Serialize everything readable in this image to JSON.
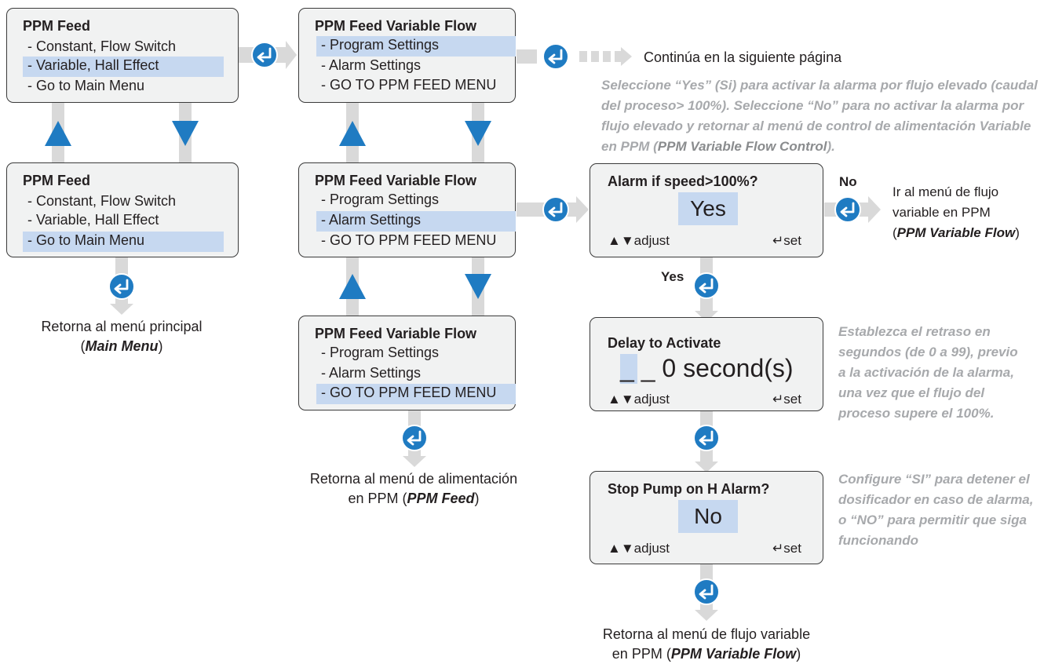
{
  "menus": {
    "ppm_feed_1": {
      "title": "PPM Feed",
      "items": [
        "- Constant, Flow Switch",
        "- Variable, Hall Effect",
        "- Go to Main Menu"
      ]
    },
    "ppm_feed_2": {
      "title": "PPM Feed",
      "items": [
        "- Constant, Flow Switch",
        "- Variable, Hall Effect",
        "- Go to Main Menu"
      ]
    },
    "var_flow_1": {
      "title": "PPM Feed Variable Flow",
      "items": [
        "- Program Settings",
        "- Alarm Settings",
        "- GO TO PPM FEED MENU"
      ]
    },
    "var_flow_2": {
      "title": "PPM Feed Variable Flow",
      "items": [
        "- Program Settings",
        "- Alarm Settings",
        "- GO TO PPM FEED MENU"
      ]
    },
    "var_flow_3": {
      "title": "PPM Feed Variable Flow",
      "items": [
        "- Program Settings",
        "- Alarm Settings",
        "- GO TO PPM FEED MENU"
      ]
    }
  },
  "screens": {
    "alarm_speed": {
      "title": "Alarm if speed>100%?",
      "value": "Yes",
      "adjust": "adjust",
      "set": "set"
    },
    "delay": {
      "title": "Delay to Activate",
      "value": "_ _ 0 second(s)",
      "adjust": "adjust",
      "set": "set"
    },
    "stop_pump": {
      "title": "Stop Pump on H Alarm?",
      "value": "No",
      "adjust": "adjust",
      "set": "set"
    }
  },
  "labels": {
    "continue": "Continúa en la siguiente página",
    "no": "No",
    "yes": "Yes",
    "return_main_1": "Retorna al menú principal",
    "return_main_2_pre": "(",
    "return_main_2_em": "Main Menu",
    "return_main_2_post": ")",
    "return_feed_1": "Retorna al menú de alimentación",
    "return_feed_2_pre": "en PPM (",
    "return_feed_2_em": "PPM Feed",
    "return_feed_2_post": ")",
    "return_flow_1": "Retorna al menú de flujo variable",
    "return_flow_2_pre": "en PPM (",
    "return_flow_2_em": "PPM Variable Flow",
    "return_flow_2_post": ")",
    "goto_flow_1": "Ir al menú de flujo",
    "goto_flow_2": "variable en PPM",
    "goto_flow_3_pre": "(",
    "goto_flow_3_em": "PPM Variable Flow",
    "goto_flow_3_post": ")"
  },
  "notes": {
    "alarm_note": "Seleccione “Yes” (Si) para activar la alarma por flujo elevado (caudal del proceso> 100%). Seleccione “No” para no activar la alarma por flujo elevado y retornar al menú de control de alimentación Variable en PPM (",
    "alarm_note_em": "PPM Variable Flow Control",
    "alarm_note_end": ").",
    "delay_note": "Establezca el retraso en segundos (de 0 a 99), previo a la activación de la alarma, una vez que el flujo del proceso supere el 100%.",
    "stop_note": "Configure “SI” para detener el dosificador en caso de alarma, o “NO” para permitir que siga funcionando"
  },
  "colors": {
    "accent": "#1f7bc2",
    "highlight": "#c6d8f0",
    "connector": "#d9d9d9",
    "note": "#a7a9ac"
  },
  "icons": {
    "enter": "enter-icon",
    "arrows": "up-down-arrows-icon",
    "return": "return-icon"
  }
}
